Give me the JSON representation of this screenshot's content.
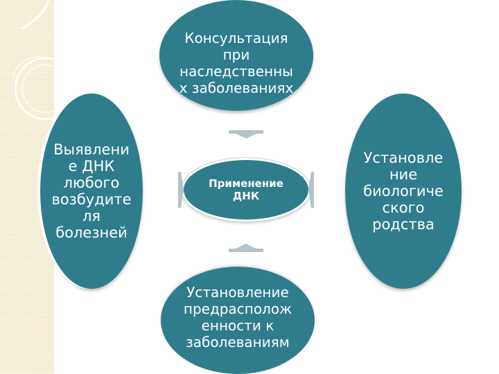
{
  "diagram": {
    "center": "Применение ДНК",
    "top": [
      "Консультация",
      "при",
      "наследственны",
      "х заболеваниях"
    ],
    "left": [
      "Выявлени",
      "е ДНК",
      "любого",
      "возбудите",
      "ля",
      "болезней"
    ],
    "right": [
      "Установле",
      "ние",
      "биологиче",
      "ского",
      "родства"
    ],
    "bottom": [
      "Установление",
      "предрасполож",
      "енности к",
      "заболеваниям"
    ]
  },
  "colors": {
    "bubble_fill": "#2f7d8c",
    "bubble_text": "#ffffff",
    "arrow": "#b3c3c7",
    "side_strip": "#f1e7c7"
  }
}
